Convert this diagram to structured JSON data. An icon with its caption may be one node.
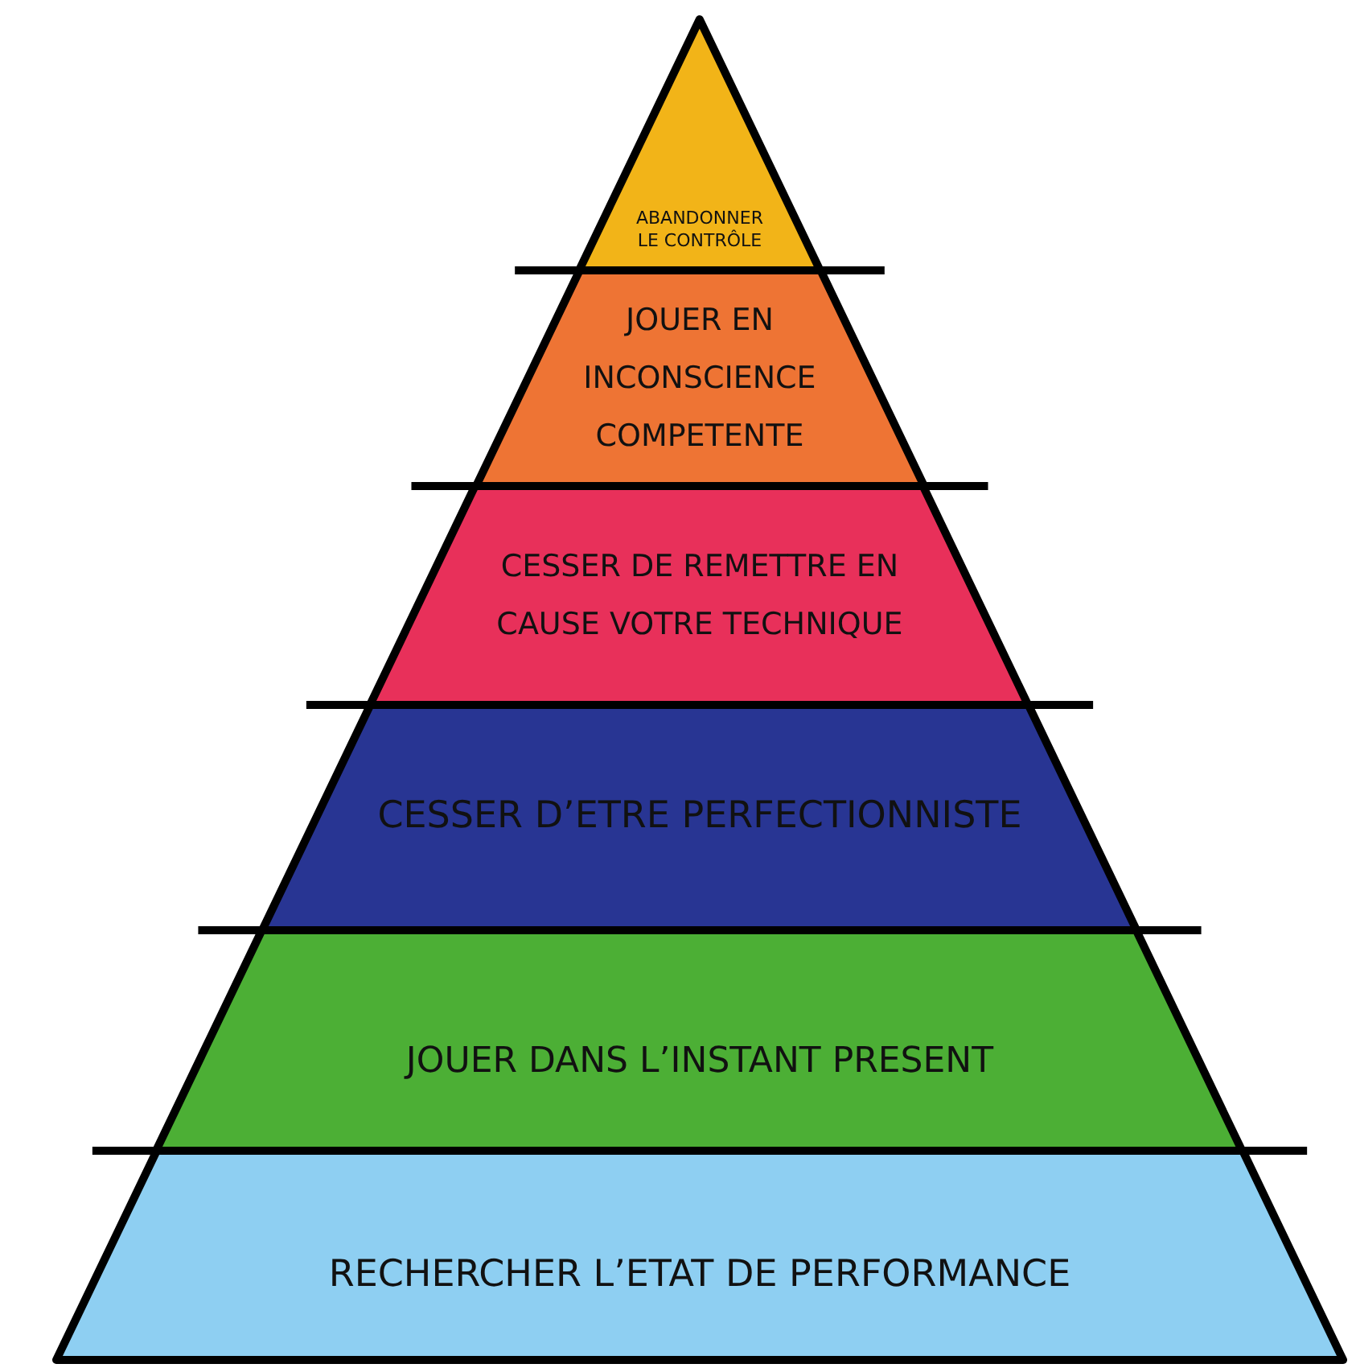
{
  "diagram": {
    "nodes": [
      {
        "text": [
          "ABANDONNER LE CONTRÔLE"
        ]
      },
      {
        "text": [
          "JOUER EN INCONSCIENCE COMPETENTE"
        ]
      },
      {
        "text": [
          "CESSER DE REMETTRE EN CAUSE VOTRE TECHNIQUE"
        ]
      },
      {
        "text": [
          "CESSER D’ETRE PERFECTIONNISTE"
        ]
      },
      {
        "text": [
          "JOUER DANS L’INSTANT PRESENT"
        ]
      },
      {
        "text": [
          "RECHERCHER L’ETAT DE PERFORMANCE"
        ]
      }
    ]
  }
}
